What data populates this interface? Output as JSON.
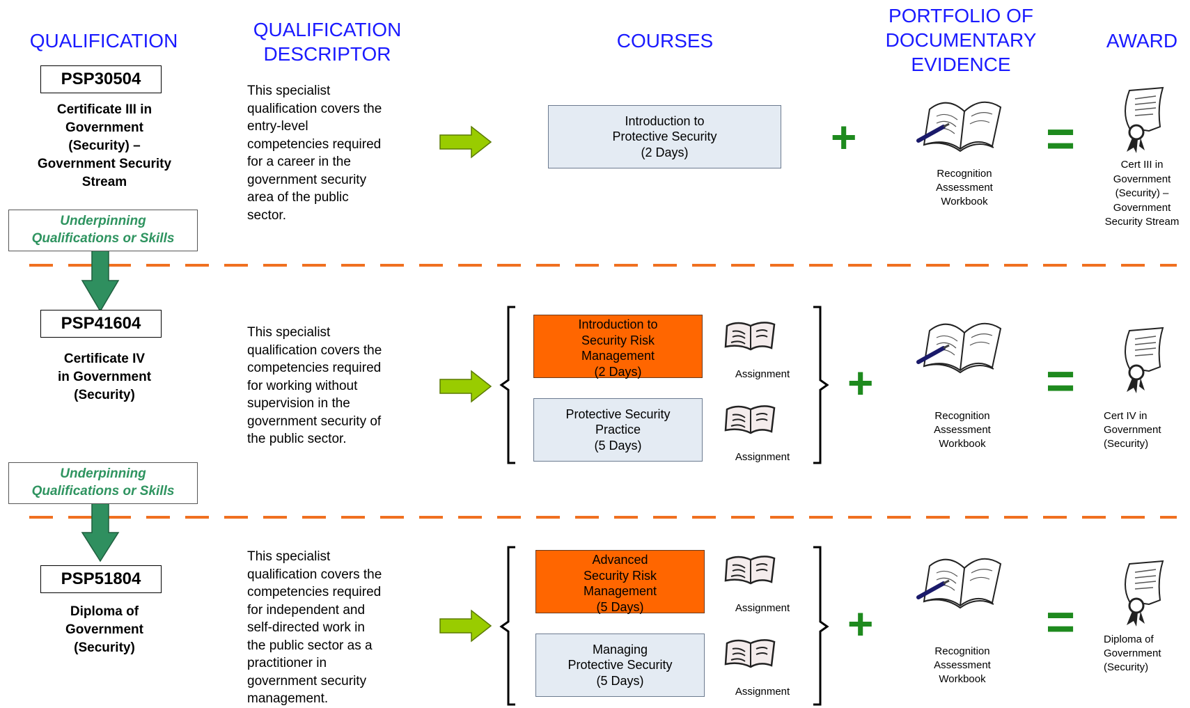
{
  "columns": {
    "qualification": "QUALIFICATION",
    "descriptor": [
      "QUALIFICATION",
      "DESCRIPTOR"
    ],
    "courses": "COURSES",
    "portfolio": [
      "PORTFOLIO OF",
      "DOCUMENTARY",
      "EVIDENCE"
    ],
    "award": "AWARD"
  },
  "underpinning": [
    "Underpinning",
    "Qualifications or Skills"
  ],
  "operators": {
    "plus": "+",
    "equals": "="
  },
  "rows": [
    {
      "code": "PSP30504",
      "name": [
        "Certificate III in",
        "Government",
        "(Security) –",
        "Government Security",
        "Stream"
      ],
      "descriptor": [
        "This specialist",
        "qualification covers the",
        "entry-level",
        "competencies required",
        "for a career in the",
        "government security",
        "area of the public",
        "sector."
      ],
      "courses": [
        {
          "lines": [
            "Introduction to",
            "Protective Security",
            "(2 Days)"
          ]
        }
      ],
      "portfolio": [
        "Recognition",
        "Assessment",
        "Workbook"
      ],
      "award": [
        "Cert III in",
        "Government",
        "(Security) –",
        "Government",
        "Security Stream"
      ]
    },
    {
      "code": "PSP41604",
      "name": [
        "Certificate IV",
        "in Government",
        "(Security)"
      ],
      "descriptor": [
        "This specialist",
        "qualification covers the",
        "competencies required",
        "for working without",
        "supervision in the",
        "government security of",
        "the public sector."
      ],
      "courses": [
        {
          "lines": [
            "Introduction to",
            "Security Risk",
            "Management",
            "(2 Days)"
          ],
          "assignment": "Assignment"
        },
        {
          "lines": [
            "Protective Security",
            "Practice",
            "(5 Days)"
          ],
          "assignment": "Assignment"
        }
      ],
      "portfolio": [
        "Recognition",
        "Assessment",
        "Workbook"
      ],
      "award": [
        "Cert IV in",
        "Government",
        "(Security)"
      ]
    },
    {
      "code": "PSP51804",
      "name": [
        "Diploma of",
        "Government",
        "(Security)"
      ],
      "descriptor": [
        "This specialist",
        "qualification covers the",
        "competencies required",
        "for independent and",
        "self-directed work in",
        "the public sector as a",
        "practitioner in",
        "government security",
        "management."
      ],
      "courses": [
        {
          "lines": [
            "Advanced",
            "Security Risk",
            "Management",
            "(5 Days)"
          ],
          "assignment": "Assignment"
        },
        {
          "lines": [
            "Managing",
            "Protective Security",
            "(5 Days)"
          ],
          "assignment": "Assignment"
        }
      ],
      "portfolio": [
        "Recognition",
        "Assessment",
        "Workbook"
      ],
      "award": [
        "Diploma of",
        "Government",
        "(Security)"
      ]
    }
  ],
  "colors": {
    "header": "#1a1aff",
    "course_fill": "#e4ebf3",
    "course_highlight": "#ff6600",
    "divider": "#f07020",
    "arrow": "#99cc00",
    "down_arrow": "#2f8f5f",
    "operator": "#1e8a1e",
    "underpinning_text": "#2f9460"
  }
}
